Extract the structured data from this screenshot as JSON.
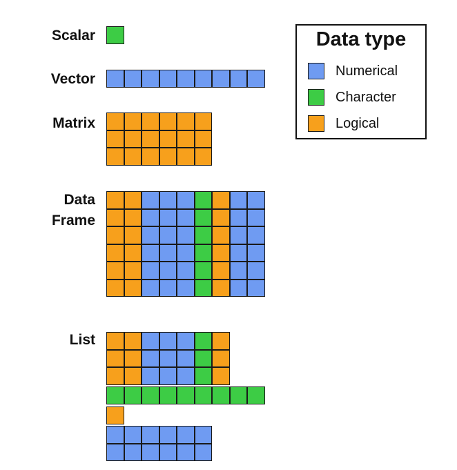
{
  "colors": {
    "numerical": "#6f9bf2",
    "character": "#3dcc45",
    "logical": "#f7a01c",
    "border": "#1a1a1a"
  },
  "legend": {
    "title": "Data type",
    "items": [
      {
        "label": "Numerical",
        "type": "numerical"
      },
      {
        "label": "Character",
        "type": "character"
      },
      {
        "label": "Logical",
        "type": "logical"
      }
    ]
  },
  "structures": {
    "scalar": {
      "label": "Scalar",
      "cols": [
        "character"
      ],
      "rows": 1
    },
    "vector": {
      "label": "Vector",
      "cols": [
        "numerical",
        "numerical",
        "numerical",
        "numerical",
        "numerical",
        "numerical",
        "numerical",
        "numerical",
        "numerical"
      ],
      "rows": 1
    },
    "matrix": {
      "label": "Matrix",
      "cols": [
        "logical",
        "logical",
        "logical",
        "logical",
        "logical",
        "logical"
      ],
      "rows": 3
    },
    "data_frame": {
      "label_line1": "Data",
      "label_line2": "Frame",
      "cols": [
        "logical",
        "logical",
        "numerical",
        "numerical",
        "numerical",
        "character",
        "logical",
        "numerical",
        "numerical"
      ],
      "rows": 6
    },
    "list": {
      "label": "List",
      "parts": [
        {
          "cols": [
            "logical",
            "logical",
            "numerical",
            "numerical",
            "numerical",
            "character",
            "logical"
          ],
          "rows": 3
        },
        {
          "cols": [
            "character",
            "character",
            "character",
            "character",
            "character",
            "character",
            "character",
            "character",
            "character"
          ],
          "rows": 1
        },
        {
          "cols": [
            "logical"
          ],
          "rows": 1
        },
        {
          "cols": [
            "numerical",
            "numerical",
            "numerical",
            "numerical",
            "numerical",
            "numerical"
          ],
          "rows": 2
        }
      ]
    }
  }
}
